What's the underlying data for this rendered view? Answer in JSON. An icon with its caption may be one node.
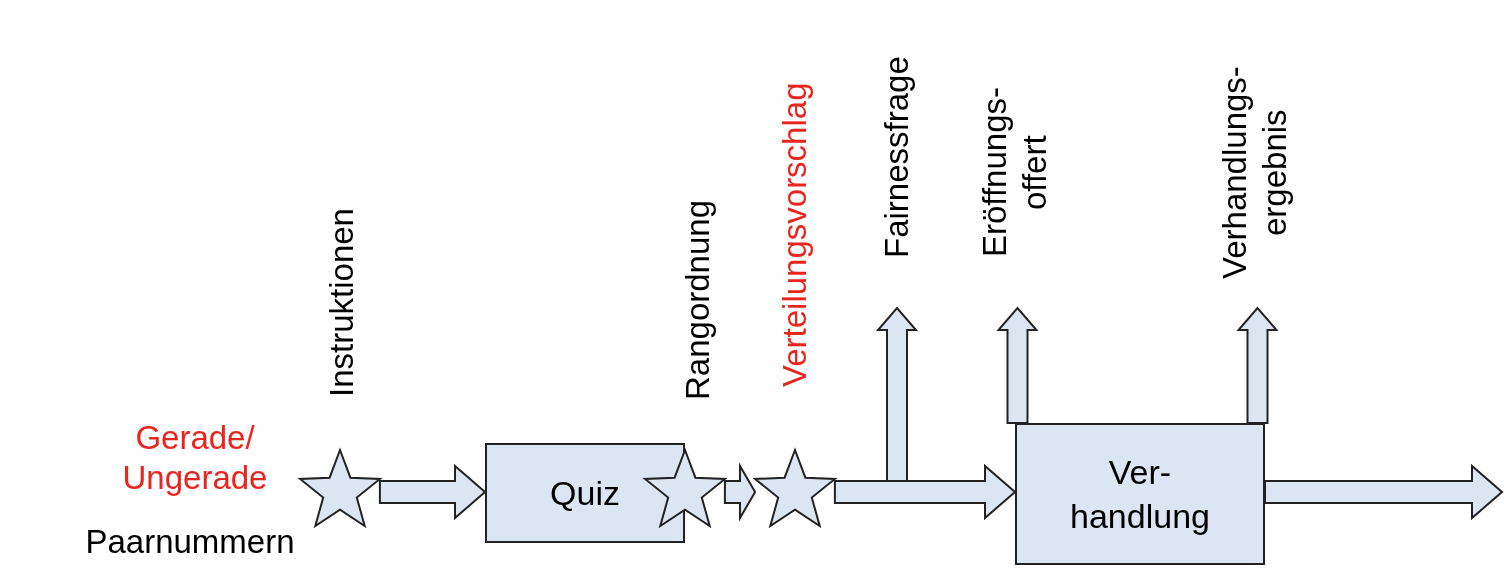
{
  "diagram": {
    "nodes": [
      {
        "text": [],
        "shape": "star",
        "beside": [
          "Gerade/ Ungerade",
          "Paarnummern",
          "Instruktionen"
        ]
      },
      {
        "text": [
          "Quiz"
        ]
      },
      {
        "text": [],
        "shape": "star",
        "beside": [
          "Rangordnung"
        ]
      },
      {
        "text": [],
        "shape": "star",
        "beside": [
          "Verteilungsvorschlag"
        ]
      },
      {
        "text": [
          "Fairnessfrage"
        ]
      },
      {
        "text": [
          "Eröffnungs- offert"
        ]
      },
      {
        "text": [
          "Ver- handlung"
        ]
      },
      {
        "text": [
          "Verhandlungs- ergebnis"
        ]
      }
    ],
    "edges": [
      {
        "from": 0,
        "to": 1,
        "arrow": "to"
      },
      {
        "from": 2,
        "to": 3,
        "arrow": "to"
      },
      {
        "from": 3,
        "to": 6,
        "arrow": "to"
      },
      {
        "from": 3,
        "to": 4,
        "arrow": "to"
      },
      {
        "from": 6,
        "to": 5,
        "arrow": "to"
      },
      {
        "from": 6,
        "to": 7,
        "arrow": "to"
      },
      {
        "from": 6,
        "to": null,
        "arrow": "to"
      }
    ]
  }
}
